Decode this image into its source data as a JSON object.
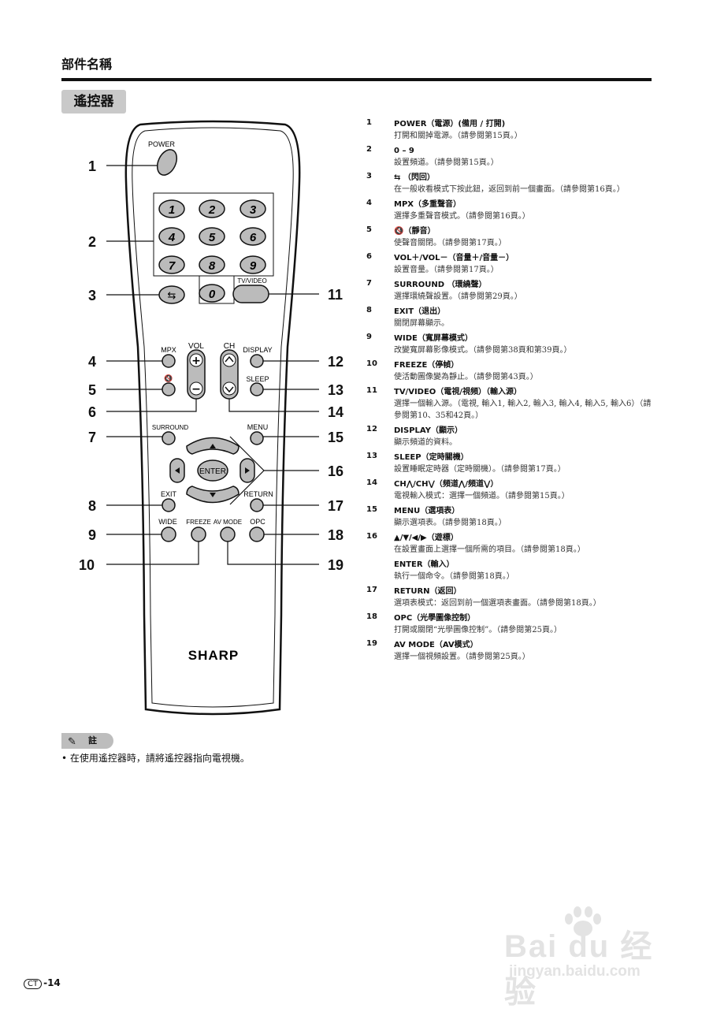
{
  "header": {
    "title": "部件名稱",
    "section": "遙控器"
  },
  "remote": {
    "brand": "SHARP",
    "button_labels": {
      "power": "POWER",
      "tv_video": "TV/VIDEO",
      "mpx": "MPX",
      "vol": "VOL",
      "ch": "CH",
      "display": "DISPLAY",
      "sleep": "SLEEP",
      "surround": "SURROUND",
      "menu": "MENU",
      "enter": "ENTER",
      "exit": "EXIT",
      "return": "RETURN",
      "wide": "WIDE",
      "freeze": "FREEZE",
      "av_mode": "AV MODE",
      "opc": "OPC",
      "vol_plus": "+",
      "vol_minus": "−",
      "flashback": "⇆",
      "mute": "🔇"
    },
    "digits": [
      "1",
      "2",
      "3",
      "4",
      "5",
      "6",
      "7",
      "8",
      "9",
      "0"
    ],
    "callouts": [
      "1",
      "2",
      "3",
      "4",
      "5",
      "6",
      "7",
      "8",
      "9",
      "10",
      "11",
      "12",
      "13",
      "14",
      "15",
      "16",
      "17",
      "18",
      "19"
    ]
  },
  "legend": [
    {
      "num": "1",
      "title": "POWER（電源）(備用 / 打開)",
      "desc": "打開和關掉電源。（請參閱第15頁。）"
    },
    {
      "num": "2",
      "title": "0 – 9",
      "desc": "設置頻道。（請參閱第15頁。）"
    },
    {
      "num": "3",
      "title": "⇆ （閃回）",
      "desc": "在一般收看模式下按此鈕，返回到前一個畫面。（請參閱第16頁。）"
    },
    {
      "num": "4",
      "title": "MPX（多重聲音）",
      "desc": "選擇多重聲音模式。（請參閱第16頁。）"
    },
    {
      "num": "5",
      "title": "🔇（靜音）",
      "desc": "使聲音關閉。（請參閱第17頁。）"
    },
    {
      "num": "6",
      "title": "VOL＋/VOL－（音量＋/音量－）",
      "desc": "設置音量。（請參閱第17頁。）"
    },
    {
      "num": "7",
      "title": "SURROUND （環繞聲）",
      "desc": "選擇環繞聲設置。（請參閱第29頁。）"
    },
    {
      "num": "8",
      "title": "EXIT（退出）",
      "desc": "關閉屏幕顯示。"
    },
    {
      "num": "9",
      "title": "WIDE（寬屏幕模式）",
      "desc": "改變寬屏幕影像模式。（請參閱第38頁和第39頁。）"
    },
    {
      "num": "10",
      "title": "FREEZE（停幀）",
      "desc": "使活動圖像變為靜止。（請參閱第43頁。）"
    },
    {
      "num": "11",
      "title": "TV/VIDEO（電視/視頻）（輸入源）",
      "desc": "選擇一個輸入源。（電視, 輸入1, 輸入2, 輸入3, 輸入4, 輸入5, 輸入6）（請參閱第10、35和42頁。）"
    },
    {
      "num": "12",
      "title": "DISPLAY（顯示）",
      "desc": "顯示頻道的資料。"
    },
    {
      "num": "13",
      "title": "SLEEP（定時關機）",
      "desc": "設置睡眠定時器（定時關機）。（請參閱第17頁。）"
    },
    {
      "num": "14",
      "title": "CH⋀/CH⋁（頻道⋀/頻道⋁）",
      "desc": "電視輸入模式：選擇一個頻道。（請參閱第15頁。）"
    },
    {
      "num": "15",
      "title": "MENU（選項表）",
      "desc": "顯示選項表。（請參閱第18頁。）"
    },
    {
      "num": "16",
      "title": "▲/▼/◀/▶（遊標）",
      "desc": "在設置畫面上選擇一個所需的項目。（請參閱第18頁。）"
    },
    {
      "num": "",
      "title": "ENTER（輸入）",
      "desc": "執行一個命令。（請參閱第18頁。）"
    },
    {
      "num": "17",
      "title": "RETURN（返回）",
      "desc": "選項表模式：返回到前一個選項表畫面。（請參閱第18頁。）"
    },
    {
      "num": "18",
      "title": "OPC（光學圖像控制）",
      "desc": "打開或關閉“光學圖像控制”。（請參閱第25頁。）"
    },
    {
      "num": "19",
      "title": "AV MODE（AV模式）",
      "desc": "選擇一個視頻設置。（請參閱第25頁。）"
    }
  ],
  "note": {
    "label": "註",
    "text": "在使用遙控器時，請將遙控器指向電視機。"
  },
  "footer": {
    "lang": "CT",
    "page": "-14"
  },
  "watermark": {
    "logo": "Bai du 经验",
    "url": "jingyan.baidu.com"
  }
}
